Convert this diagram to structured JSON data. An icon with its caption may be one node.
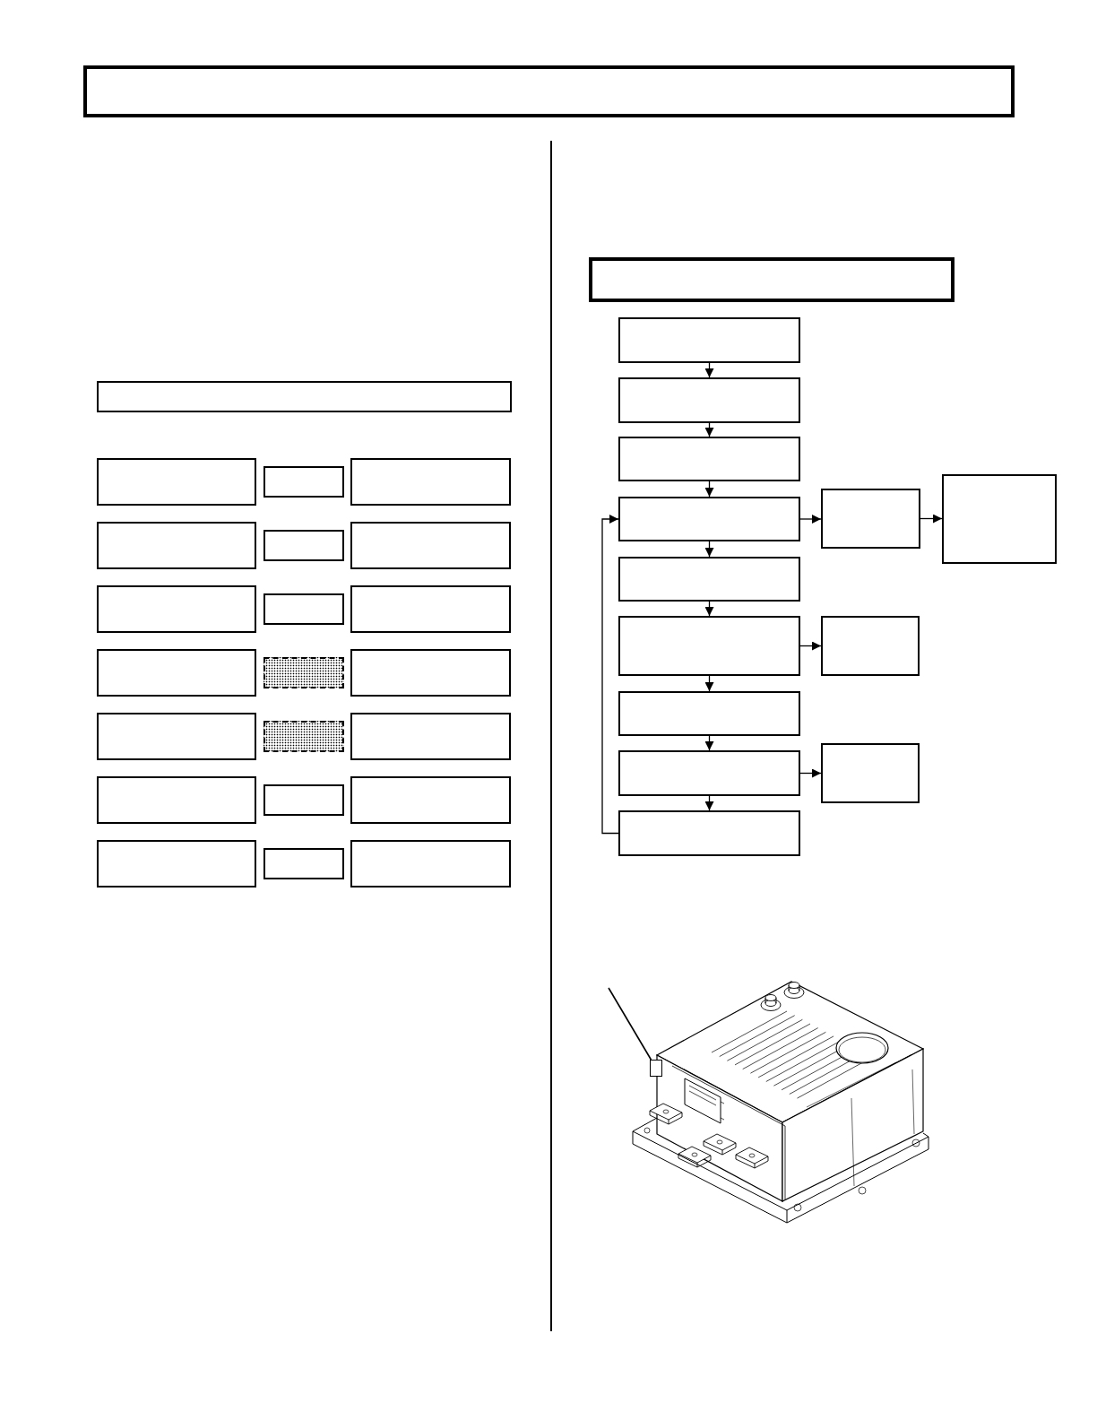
{
  "diagram": {
    "nodes": [
      {
        "text": [],
        "shape": "box"
      },
      {
        "text": [],
        "shape": "box"
      },
      {
        "text": [],
        "shape": "box"
      },
      {
        "text": [],
        "shape": "box"
      },
      {
        "text": [],
        "shape": "box"
      },
      {
        "text": [],
        "shape": "box"
      },
      {
        "text": [],
        "shape": "box"
      },
      {
        "text": [],
        "shape": "box"
      },
      {
        "text": [],
        "shape": "box"
      },
      {
        "text": [],
        "shape": "box"
      },
      {
        "text": [],
        "shape": "box"
      },
      {
        "text": [],
        "shape": "box"
      },
      {
        "text": [],
        "shape": "box"
      },
      {
        "text": [],
        "shape": "box"
      },
      {
        "text": [],
        "shape": "box"
      },
      {
        "text": [],
        "shape": "box"
      },
      {
        "text": [],
        "shape": "box"
      },
      {
        "text": [],
        "shape": "box"
      },
      {
        "text": [],
        "shape": "box"
      },
      {
        "text": [],
        "shape": "box"
      },
      {
        "text": [],
        "shape": "box"
      },
      {
        "text": [],
        "shape": "box"
      },
      {
        "text": [],
        "shape": "box"
      },
      {
        "text": [],
        "shape": "box"
      },
      {
        "text": [],
        "shape": "box"
      },
      {
        "text": [],
        "shape": "box"
      },
      {
        "text": [],
        "shape": "box"
      },
      {
        "text": [],
        "shape": "box"
      },
      {
        "text": [],
        "shape": "box"
      },
      {
        "text": [],
        "shape": "box"
      },
      {
        "text": [],
        "shape": "box"
      },
      {
        "text": [],
        "shape": "box"
      },
      {
        "text": [],
        "shape": "box"
      },
      {
        "text": [],
        "shape": "box"
      },
      {
        "text": [],
        "shape": "box"
      },
      {
        "text": [],
        "shape": "box"
      },
      {
        "text": [],
        "shape": "box"
      },
      {
        "text": [],
        "shape": "picture"
      },
      {
        "text": [],
        "shape": "box",
        "in": 37
      }
    ],
    "edges": [
      {
        "from": 24,
        "to": 25,
        "arrow": "to"
      },
      {
        "from": 25,
        "to": 26,
        "arrow": "to"
      },
      {
        "from": 26,
        "to": 27,
        "arrow": "to"
      },
      {
        "from": 27,
        "to": 28,
        "arrow": "to"
      },
      {
        "from": 28,
        "to": 29,
        "arrow": "to"
      },
      {
        "from": 27,
        "to": 30,
        "arrow": "to"
      },
      {
        "from": 30,
        "to": 31,
        "arrow": "to"
      },
      {
        "from": 31,
        "to": 32,
        "arrow": "to"
      },
      {
        "from": 31,
        "to": 33,
        "arrow": "to"
      },
      {
        "from": 33,
        "to": 34,
        "arrow": "to"
      },
      {
        "from": 34,
        "to": 35,
        "arrow": "to"
      },
      {
        "from": 34,
        "to": 36,
        "arrow": "to"
      },
      {
        "from": 36,
        "to": 27,
        "arrow": "to"
      },
      {
        "from": null,
        "to": 38,
        "arrow": "none"
      }
    ]
  }
}
